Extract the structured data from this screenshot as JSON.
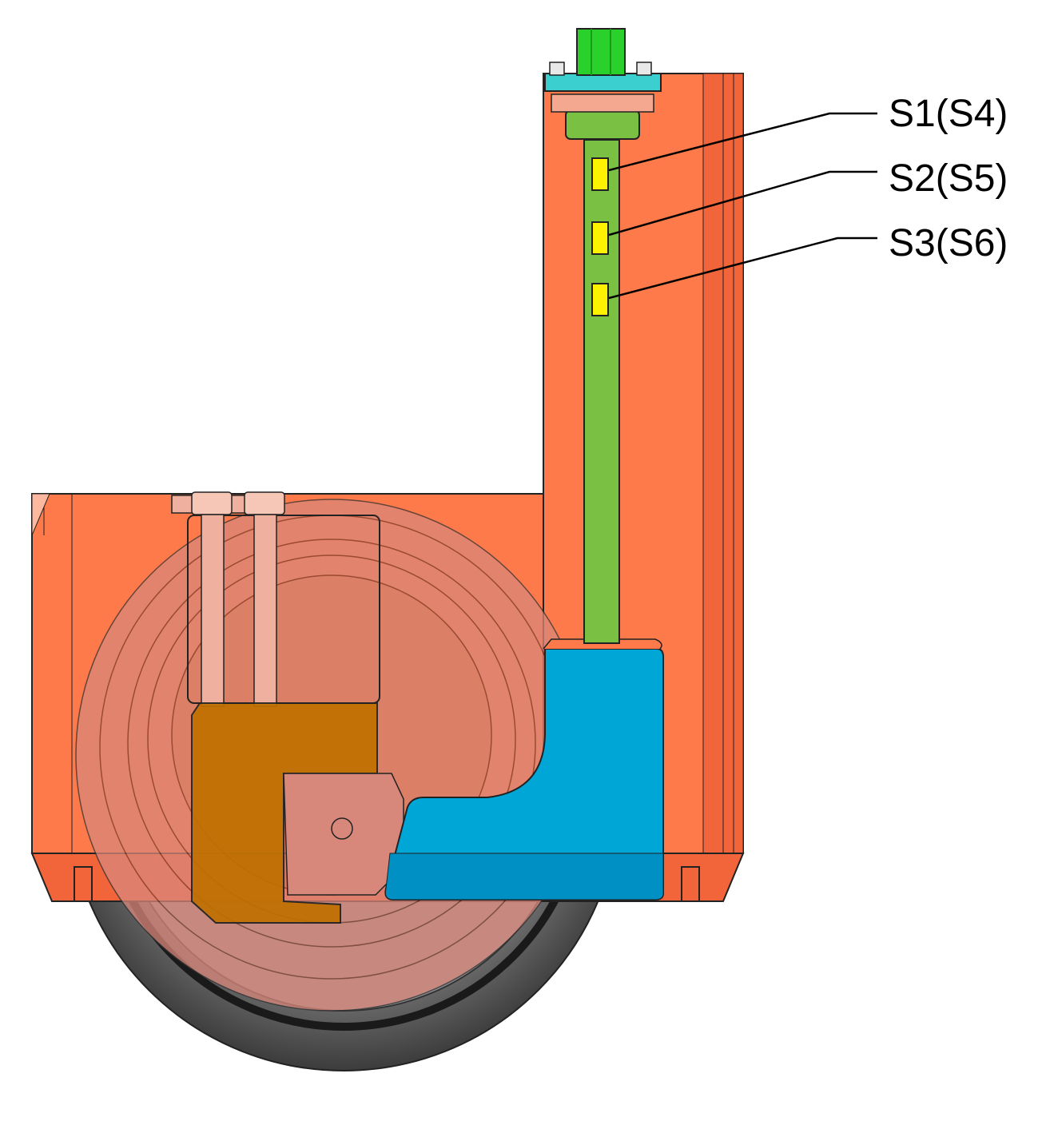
{
  "labels": {
    "s1": "S1(S4)",
    "s2": "S2(S5)",
    "s3": "S3(S6)"
  },
  "colors": {
    "housing": "#FF7A4A",
    "housing_dark": "#F2643A",
    "shaft": "#7AC143",
    "nut": "#2BD12B",
    "plate": "#3CCFCF",
    "sensor": "#FFF200",
    "blue_block": "#00A6D6",
    "brown_bracket": "#C07000",
    "wheel_hub": "#D4897A",
    "tire": "#7C7C7C",
    "bolt": "#F0B0A0"
  }
}
